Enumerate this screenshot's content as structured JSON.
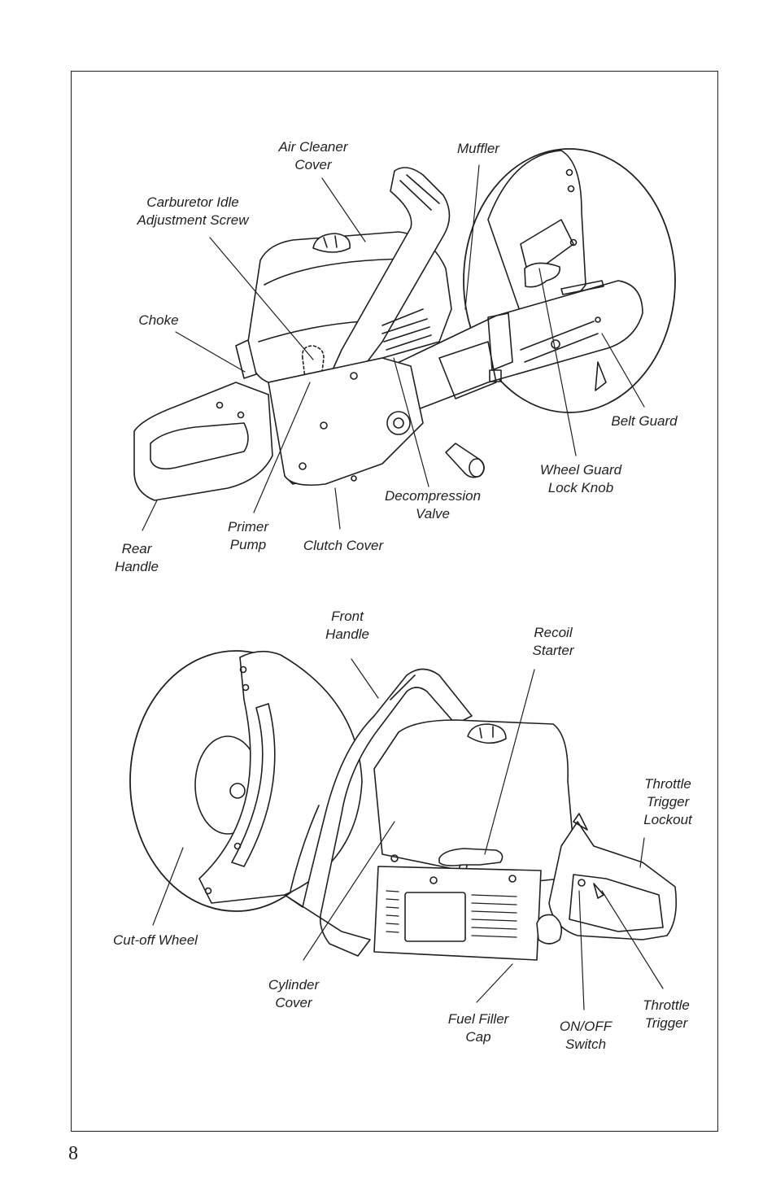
{
  "page_number": "8",
  "top_diagram": {
    "labels": {
      "air_cleaner_cover": [
        "Air Cleaner",
        "Cover"
      ],
      "muffler": [
        "Muffler"
      ],
      "carburetor": [
        "Carburetor Idle",
        "Adjustment Screw"
      ],
      "choke": [
        "Choke"
      ],
      "belt_guard": [
        "Belt Guard"
      ],
      "wheel_guard_lock_knob": [
        "Wheel Guard",
        "Lock Knob"
      ],
      "decompression_valve": [
        "Decompression",
        "Valve"
      ],
      "rear_handle": [
        "Rear",
        "Handle"
      ],
      "primer_pump": [
        "Primer",
        "Pump"
      ],
      "clutch_cover": [
        "Clutch Cover"
      ]
    }
  },
  "bottom_diagram": {
    "labels": {
      "front_handle": [
        "Front",
        "Handle"
      ],
      "recoil_starter": [
        "Recoil",
        "Starter"
      ],
      "throttle_trigger_lockout": [
        "Throttle",
        "Trigger",
        "Lockout"
      ],
      "cutoff_wheel": [
        "Cut-off Wheel"
      ],
      "cylinder_cover": [
        "Cylinder",
        "Cover"
      ],
      "fuel_filler_cap": [
        "Fuel Filler",
        "Cap"
      ],
      "on_off_switch": [
        "ON/OFF",
        "Switch"
      ],
      "throttle_trigger": [
        "Throttle",
        "Trigger"
      ]
    }
  }
}
